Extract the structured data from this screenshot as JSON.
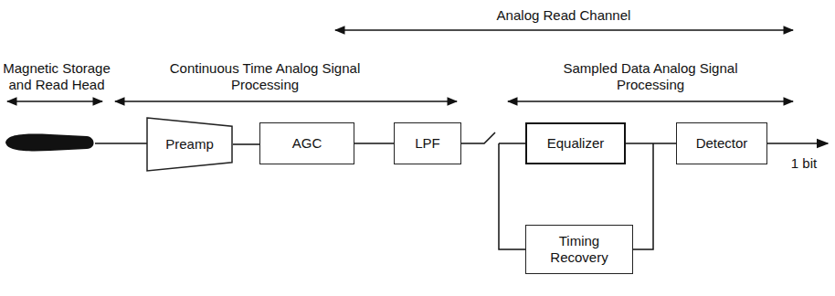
{
  "diagram": {
    "nodes": [
      {
        "text": [
          "Preamp"
        ]
      },
      {
        "text": [
          "AGC"
        ]
      },
      {
        "text": [
          "LPF"
        ]
      },
      {
        "text": [
          "Equalizer"
        ]
      },
      {
        "text": [
          "Detector"
        ]
      },
      {
        "text": [
          "Timing Recovery"
        ]
      }
    ],
    "edges": [
      {
        "from": 0,
        "to": 1,
        "arrow": "none"
      },
      {
        "from": 1,
        "to": 2,
        "arrow": "none"
      },
      {
        "from": 2,
        "to": 3,
        "arrow": "none"
      },
      {
        "from": 3,
        "to": 4,
        "arrow": "none"
      },
      {
        "from": 2,
        "to": 5,
        "arrow": "none"
      },
      {
        "from": 3,
        "to": 5,
        "arrow": "none"
      }
    ],
    "labels": [
      "Analog Read Channel",
      "Magnetic Storage and Read Head",
      "Continuous Time Analog Signal Processing",
      "Sampled Data Analog Signal Processing",
      "1 bit"
    ]
  }
}
